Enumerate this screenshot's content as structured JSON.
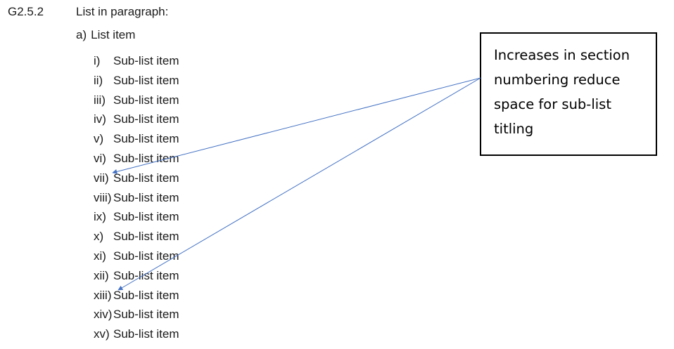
{
  "section": {
    "number": "G2.5.2",
    "title": "List in paragraph:"
  },
  "list_item": {
    "marker": "a)",
    "text": "List item"
  },
  "sub_items": [
    {
      "num": "i)",
      "text": "Sub-list item"
    },
    {
      "num": "ii)",
      "text": "Sub-list item"
    },
    {
      "num": "iii)",
      "text": "Sub-list item"
    },
    {
      "num": "iv)",
      "text": "Sub-list item"
    },
    {
      "num": "v)",
      "text": "Sub-list item"
    },
    {
      "num": "vi)",
      "text": "Sub-list item"
    },
    {
      "num": "vii)",
      "text": "Sub-list item"
    },
    {
      "num": "viii)",
      "text": "Sub-list item"
    },
    {
      "num": "ix)",
      "text": "Sub-list item"
    },
    {
      "num": "x)",
      "text": "Sub-list item"
    },
    {
      "num": "xi)",
      "text": "Sub-list item"
    },
    {
      "num": "xii)",
      "text": "Sub-list item"
    },
    {
      "num": "xiii)",
      "text": "Sub-list item"
    },
    {
      "num": "xiv)",
      "text": "Sub-list item"
    },
    {
      "num": "xv)",
      "text": "Sub-list item"
    }
  ],
  "callout": {
    "text": "Increases in section numbering reduce space for sub-list titling"
  },
  "colors": {
    "arrow": "#4472c4"
  }
}
